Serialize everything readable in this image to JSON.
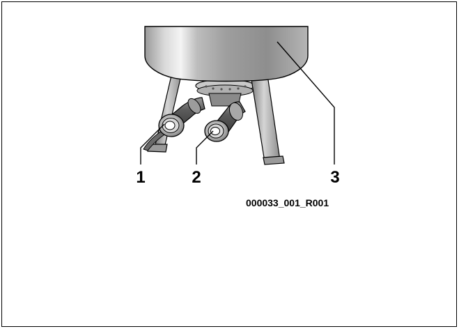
{
  "callouts": [
    {
      "number": "1"
    },
    {
      "number": "2"
    },
    {
      "number": "3"
    }
  ],
  "figure_id": "000033_001_R001",
  "colors": {
    "line": "#000000",
    "steel_light": "#e6e6e6",
    "steel_mid": "#a8a8a8",
    "steel_dark": "#6a6a6a",
    "pipe_dark": "#555555"
  }
}
